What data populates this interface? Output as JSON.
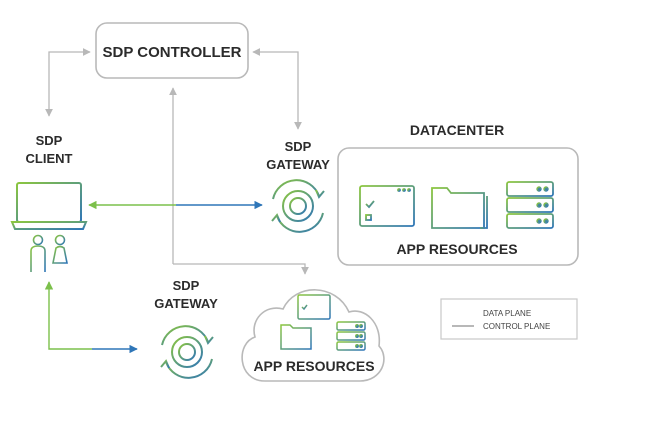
{
  "controller": {
    "label": "SDP CONTROLLER"
  },
  "client": {
    "label_line1": "SDP",
    "label_line2": "CLIENT"
  },
  "gateway_top": {
    "label_line1": "SDP",
    "label_line2": "GATEWAY"
  },
  "gateway_bottom": {
    "label_line1": "SDP",
    "label_line2": "GATEWAY"
  },
  "datacenter": {
    "title": "DATACENTER",
    "resources_label": "APP RESOURCES"
  },
  "cloud": {
    "resources_label": "APP RESOURCES"
  },
  "legend": {
    "data_plane": "DATA PLANE",
    "control_plane": "CONTROL PLANE"
  },
  "colors": {
    "data_plane_green": "#7cc04b",
    "data_plane_blue": "#2f76b8",
    "control_plane": "#b8b8b8",
    "box_border": "#b9b9b9"
  },
  "icons": [
    "laptop-icon",
    "users-icon",
    "gateway-cycle-icon",
    "browser-checklist-icon",
    "folder-icon",
    "server-icon",
    "cloud-icon"
  ]
}
